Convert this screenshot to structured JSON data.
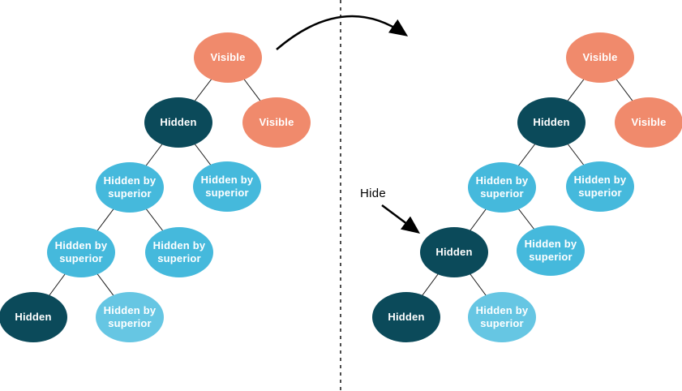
{
  "colors": {
    "visible_node": "#F08A6C",
    "hidden_node": "#0B4A5A",
    "hidden_by_superior_node": "#45B9DC",
    "hidden_by_superior_node_light": "#66C6E3",
    "edge": "#1A1A1A",
    "annotation_text": "#000000"
  },
  "annotations": {
    "hide_label": "Hide"
  },
  "left_tree": {
    "nodes": [
      {
        "label": "Visible",
        "state": "visible"
      },
      {
        "label": "Hidden",
        "state": "hidden"
      },
      {
        "label": "Visible",
        "state": "visible"
      },
      {
        "label": "Hidden by superior",
        "state": "hidden-by-superior"
      },
      {
        "label": "Hidden by superior",
        "state": "hidden-by-superior"
      },
      {
        "label": "Hidden by superior",
        "state": "hidden-by-superior"
      },
      {
        "label": "Hidden by superior",
        "state": "hidden-by-superior"
      },
      {
        "label": "Hidden",
        "state": "hidden"
      },
      {
        "label": "Hidden by superior",
        "state": "hidden-by-superior"
      }
    ]
  },
  "right_tree": {
    "nodes": [
      {
        "label": "Visible",
        "state": "visible"
      },
      {
        "label": "Hidden",
        "state": "hidden"
      },
      {
        "label": "Visible",
        "state": "visible"
      },
      {
        "label": "Hidden by superior",
        "state": "hidden-by-superior"
      },
      {
        "label": "Hidden by superior",
        "state": "hidden-by-superior"
      },
      {
        "label": "Hidden",
        "state": "hidden"
      },
      {
        "label": "Hidden by superior",
        "state": "hidden-by-superior"
      },
      {
        "label": "Hidden",
        "state": "hidden"
      },
      {
        "label": "Hidden by superior",
        "state": "hidden-by-superior"
      }
    ]
  }
}
